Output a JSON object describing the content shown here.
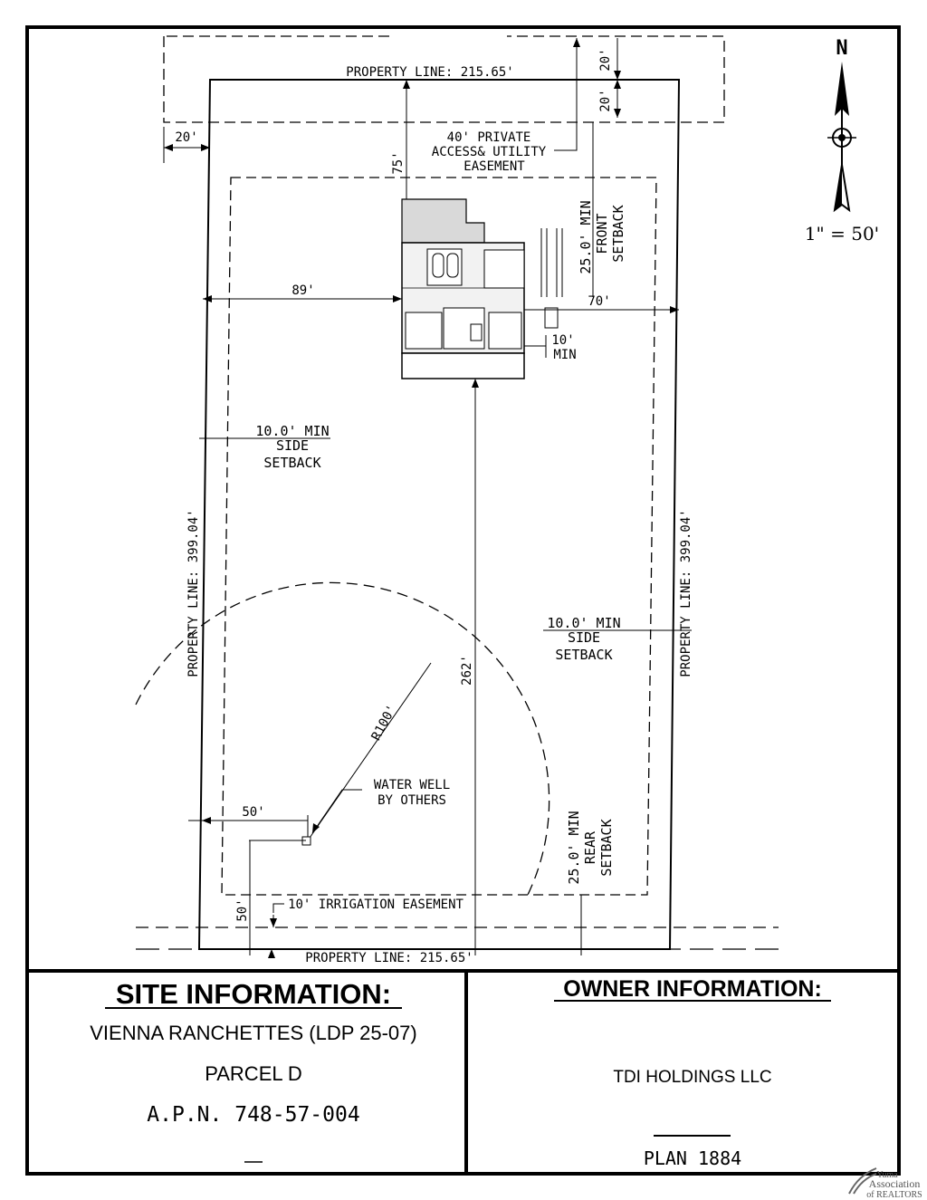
{
  "drawing": {
    "north_label": "N",
    "scale": "1\" = 50'",
    "property_line_top": "PROPERTY LINE: 215.65'",
    "property_line_bottom": "PROPERTY LINE: 215.65'",
    "property_line_left": "PROPERTY LINE: 399.04'",
    "property_line_right": "PROPERTY LINE: 399.04'",
    "easement_lines": [
      "40' PRIVATE",
      "ACCESS& UTILITY",
      "EASEMENT"
    ],
    "dim_20_top": "20'",
    "dim_20_mid": "20'",
    "dim_20_left": "20'",
    "dim_75": "75'",
    "dim_89": "89'",
    "dim_70": "70'",
    "dim_10_min": [
      "10'",
      "MIN"
    ],
    "front_setback": [
      "25.0' MIN",
      "FRONT",
      "SETBACK"
    ],
    "side_setback_left": [
      "10.0' MIN",
      "SIDE",
      "SETBACK"
    ],
    "side_setback_right": [
      "10.0' MIN",
      "SIDE",
      "SETBACK"
    ],
    "rear_setback": [
      "25.0' MIN",
      "REAR",
      "SETBACK"
    ],
    "dim_262": "262'",
    "radius": "R100'",
    "water_well": [
      "WATER WELL",
      "BY OTHERS"
    ],
    "dim_50_h": "50'",
    "dim_50_v": "50'",
    "irrigation": "10' IRRIGATION EASEMENT"
  },
  "site_info": {
    "title": "SITE INFORMATION:",
    "subdivision": "VIENNA RANCHETTES (LDP 25-07)",
    "parcel": "PARCEL D",
    "apn": "A.P.N. 748-57-004"
  },
  "owner_info": {
    "title": "OWNER INFORMATION:",
    "owner": "TDI HOLDINGS LLC",
    "plan": "PLAN 1884"
  },
  "watermark": {
    "line1": "Yuma",
    "line2": "Association",
    "line3": "of REALTORS"
  }
}
